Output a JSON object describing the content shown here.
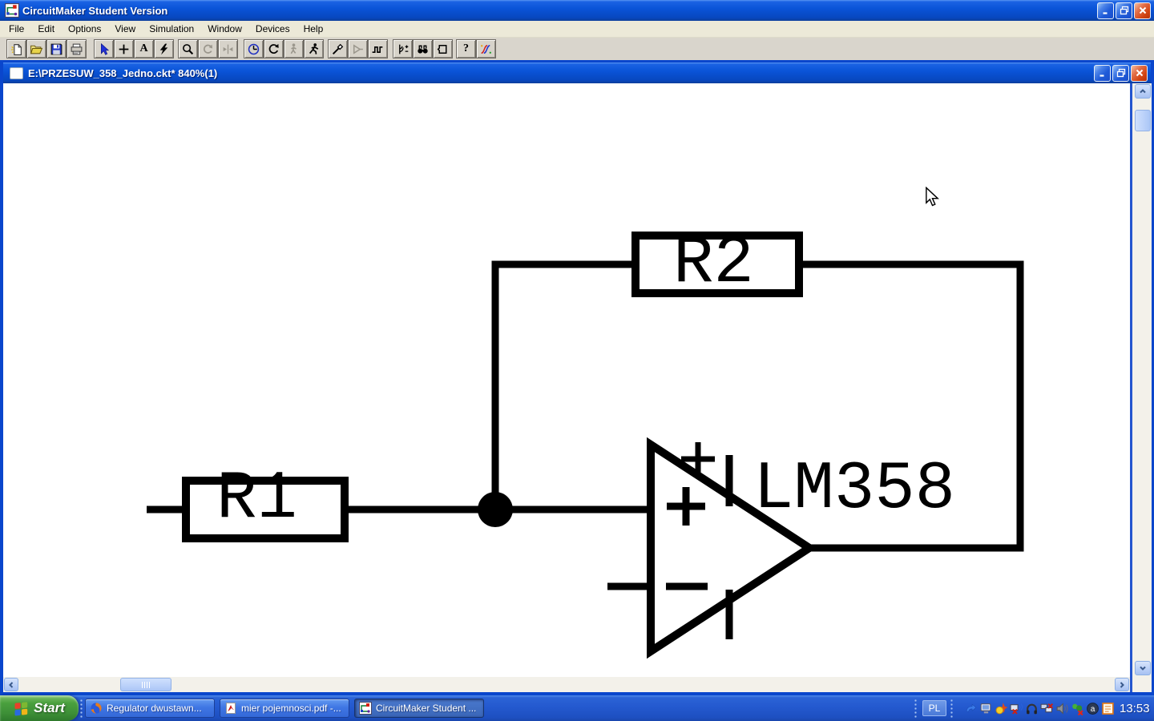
{
  "window": {
    "title": "CircuitMaker Student Version"
  },
  "menubar": {
    "items": [
      {
        "label": "File"
      },
      {
        "label": "Edit"
      },
      {
        "label": "Options"
      },
      {
        "label": "View"
      },
      {
        "label": "Simulation"
      },
      {
        "label": "Window"
      },
      {
        "label": "Devices"
      },
      {
        "label": "Help"
      }
    ]
  },
  "toolbar": {
    "buttons": [
      {
        "name": "new-document"
      },
      {
        "name": "open-file"
      },
      {
        "name": "save-file"
      },
      {
        "name": "print"
      },
      {
        "name": "select-arrow-tool",
        "active": true
      },
      {
        "name": "wire-tool"
      },
      {
        "name": "text-tool",
        "glyph": "A"
      },
      {
        "name": "delete-tool"
      },
      {
        "name": "zoom-tool"
      },
      {
        "name": "rotate",
        "disabled": true
      },
      {
        "name": "mirror",
        "disabled": true
      },
      {
        "name": "digital-analog-mode"
      },
      {
        "name": "reset-simulation"
      },
      {
        "name": "step-simulation",
        "disabled": true
      },
      {
        "name": "run-simulation"
      },
      {
        "name": "probe-tool"
      },
      {
        "name": "scope-probe",
        "disabled": true
      },
      {
        "name": "waveforms"
      },
      {
        "name": "device-curves"
      },
      {
        "name": "search-devices"
      },
      {
        "name": "macro"
      },
      {
        "name": "help",
        "glyph": "?"
      },
      {
        "name": "mixed-mode"
      }
    ]
  },
  "document_window": {
    "title": "E:\\PRZESUW_358_Jedno.ckt* 840%(1)",
    "zoom": "840%"
  },
  "circuit": {
    "components": [
      {
        "ref": "R1",
        "type": "resistor"
      },
      {
        "ref": "R2",
        "type": "resistor",
        "role": "feedback"
      },
      {
        "ref": "LM358",
        "type": "op-amp"
      }
    ],
    "labels": {
      "r1": "R1",
      "r2": "R2",
      "opamp": "LM358"
    }
  },
  "taskbar": {
    "start_label": "Start",
    "buttons": [
      {
        "label": "Regulator dwustawn...",
        "icon": "firefox-icon",
        "active": false
      },
      {
        "label": "mier pojemnosci.pdf -...",
        "icon": "pdf-icon",
        "active": false
      },
      {
        "label": "CircuitMaker Student ...",
        "icon": "circuitmaker-icon",
        "active": true
      }
    ],
    "tray": {
      "language": "PL",
      "time": "13:53",
      "icons": [
        {
          "name": "windows-update-icon"
        },
        {
          "name": "display-settings-icon"
        },
        {
          "name": "weather-icon"
        },
        {
          "name": "network-status-icon"
        },
        {
          "name": "audio-device-icon"
        },
        {
          "name": "network-offline-icon"
        },
        {
          "name": "volume-icon"
        },
        {
          "name": "messenger-offline-icon"
        },
        {
          "name": "antivirus-icon",
          "glyph": "a"
        },
        {
          "name": "scheduler-icon"
        }
      ]
    }
  },
  "colors": {
    "titlebar_blue": "#0a54d8",
    "taskbar_blue": "#2459cf",
    "start_green": "#3d8f37",
    "close_red": "#d24413",
    "menu_bg": "#ece9d8",
    "toolbar_bg": "#d9d5cc",
    "scrollbar_blue": "#bcd2fa",
    "circuit_ink": "#000000",
    "canvas_white": "#ffffff"
  }
}
